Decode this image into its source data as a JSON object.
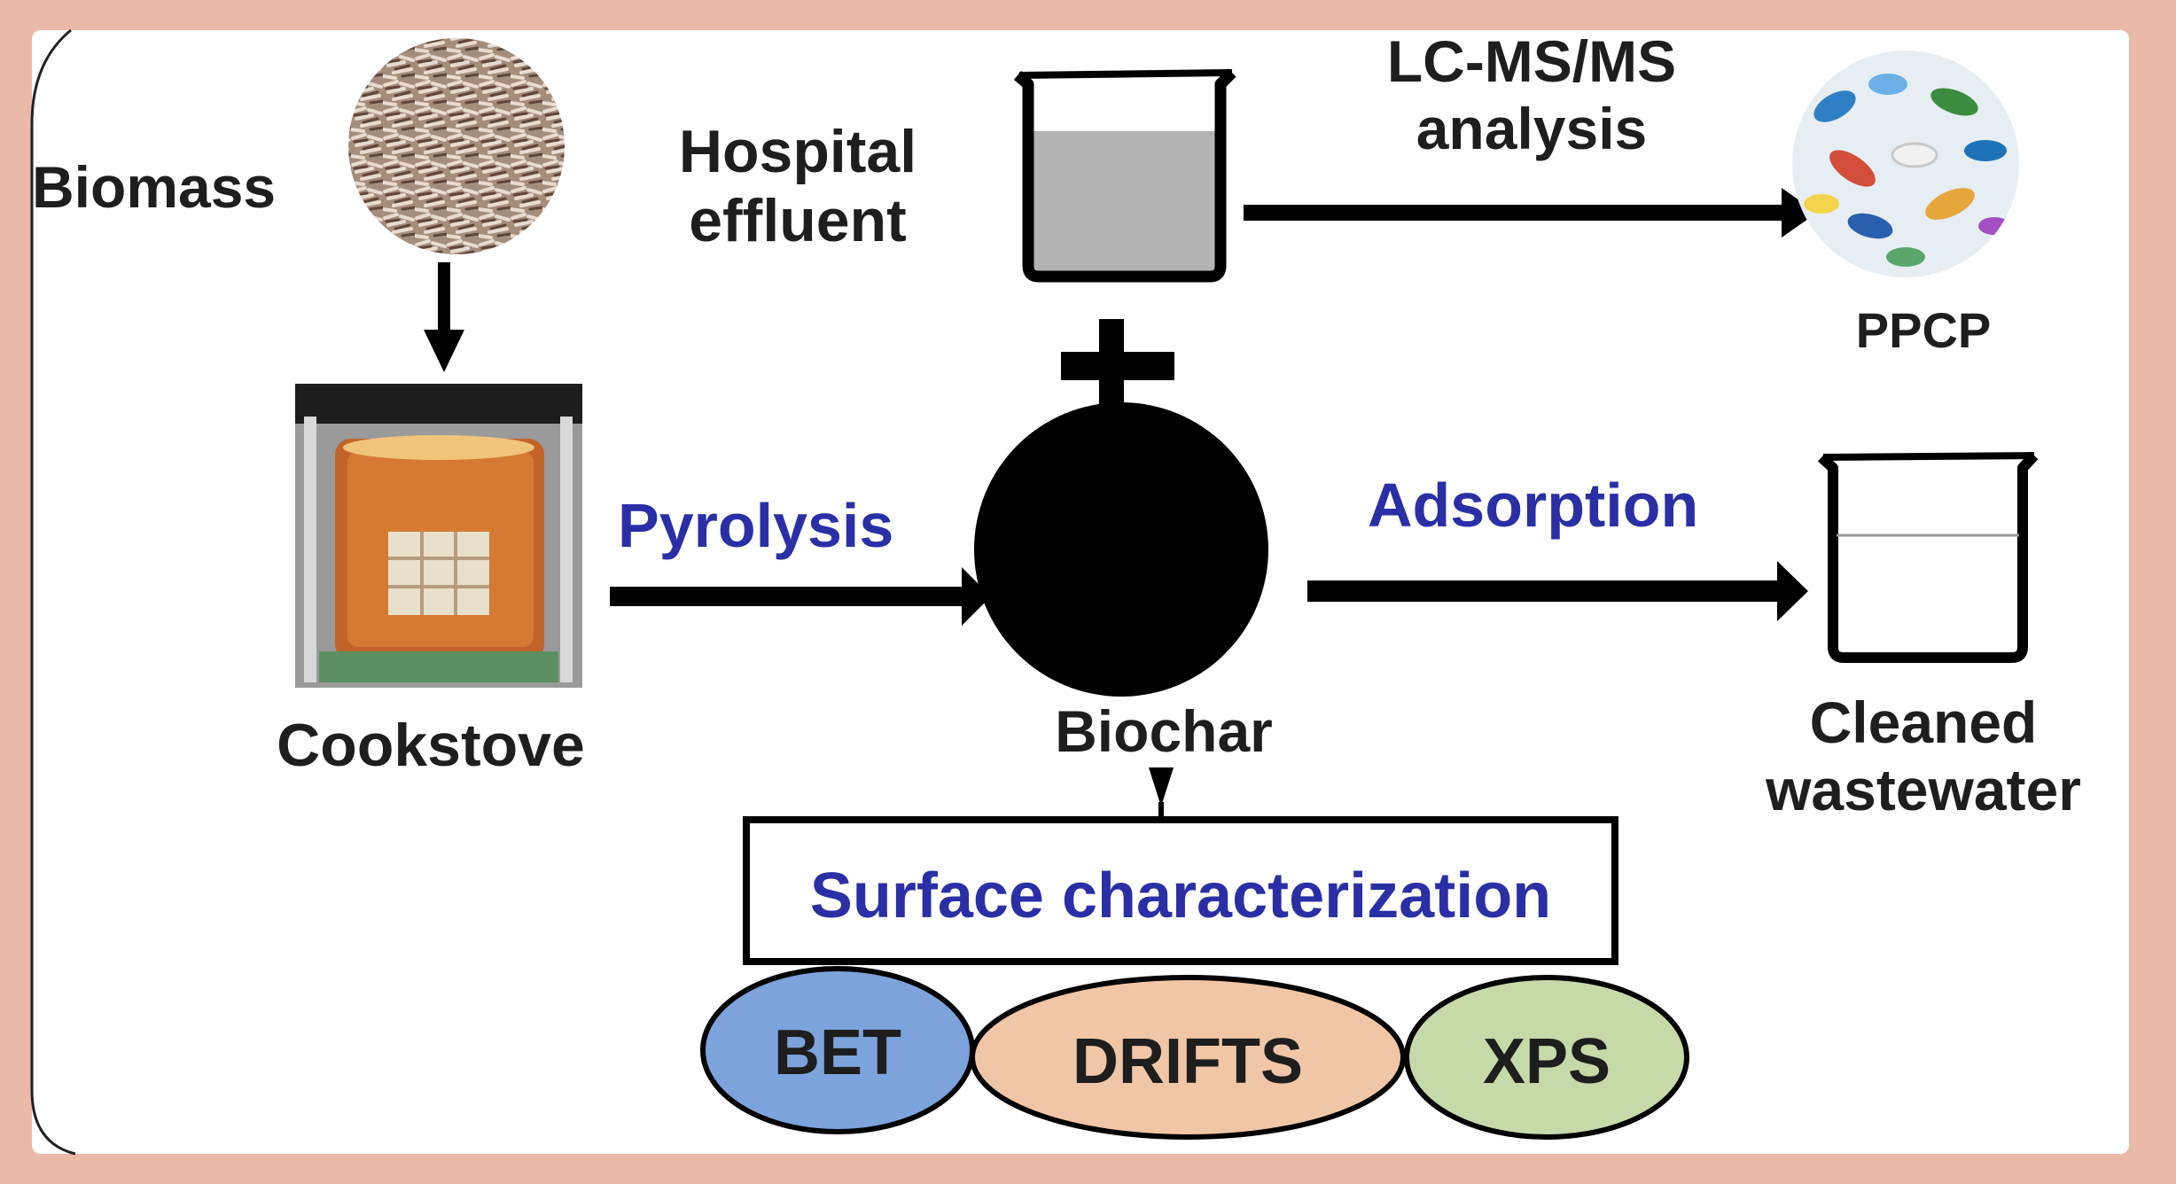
{
  "labels": {
    "biomass": "Biomass",
    "hospital_effluent_1": "Hospital",
    "hospital_effluent_2": "effluent",
    "lcms_1": "LC-MS/MS",
    "lcms_2": "analysis",
    "ppcp": "PPCP",
    "pyrolysis": "Pyrolysis",
    "adsorption": "Adsorption",
    "cookstove": "Cookstove",
    "biochar": "Biochar",
    "cleaned_1": "Cleaned",
    "cleaned_2": "wastewater",
    "surface_characterization": "Surface characterization"
  },
  "techniques": [
    {
      "name": "BET",
      "color": "#7ca3dc"
    },
    {
      "name": "DRIFTS",
      "color": "#f1c6a6"
    },
    {
      "name": "XPS",
      "color": "#c6d9a8"
    }
  ],
  "colors": {
    "frame": "#ebb9a8",
    "accent_text": "#2a2fa6",
    "biochar": "#000000"
  }
}
